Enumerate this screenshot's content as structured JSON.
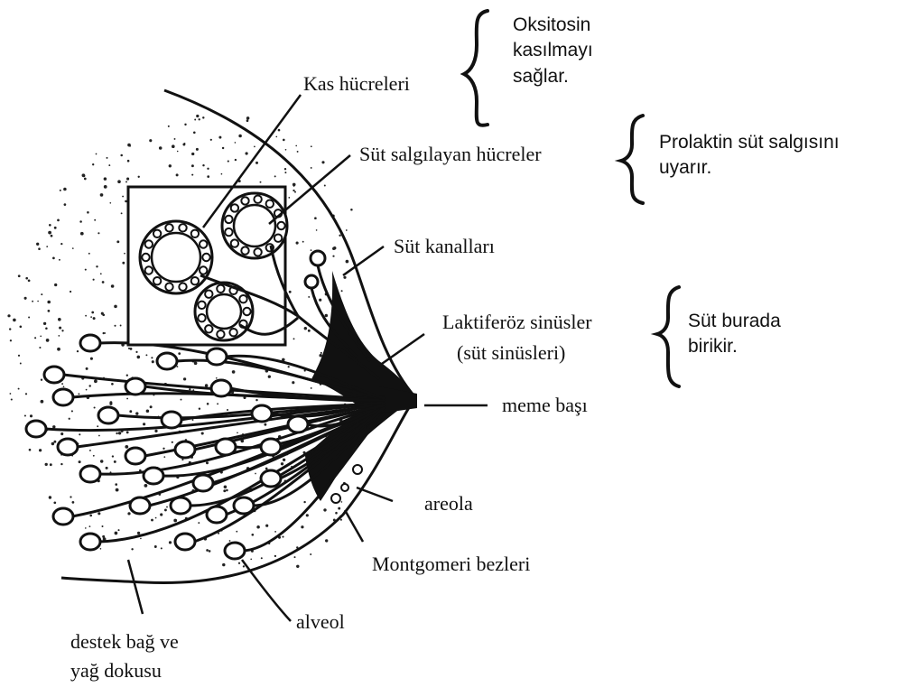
{
  "labels": {
    "kas_hucreleri": "Kas hücreleri",
    "sut_salgilayan": "Süt salgılayan hücreler",
    "sut_kanallari": "Süt kanalları",
    "laktiferoz_line1": "Laktiferöz sinüsler",
    "laktiferoz_line2": "(süt sinüsleri)",
    "meme_basi": "meme başı",
    "areola": "areola",
    "montgomeri": "Montgomeri bezleri",
    "alveol": "alveol",
    "destek_line1": "destek bağ ve",
    "destek_line2": "yağ dokusu"
  },
  "notes": {
    "oksitosin": [
      "Oksitosin",
      "kasılmayı",
      "sağlar."
    ],
    "prolaktin": [
      "Prolaktin süt salgısını",
      "uyarır."
    ],
    "sut_burada": [
      "Süt burada",
      "birikir."
    ]
  }
}
